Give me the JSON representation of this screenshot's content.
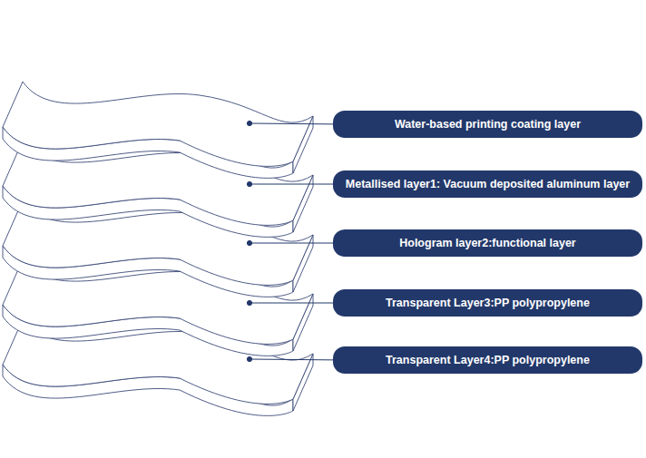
{
  "diagram": {
    "nodes": [
      {
        "text": [
          "Water-based printing coating layer"
        ]
      },
      {
        "text": [
          "Metallised layer1: Vacuum deposited aluminum layer"
        ]
      },
      {
        "text": [
          "Hologram layer2:functional layer"
        ]
      },
      {
        "text": [
          "Transparent Layer3:PP polypropylene"
        ]
      },
      {
        "text": [
          "Transparent Layer4:PP polypropylene"
        ]
      }
    ]
  }
}
